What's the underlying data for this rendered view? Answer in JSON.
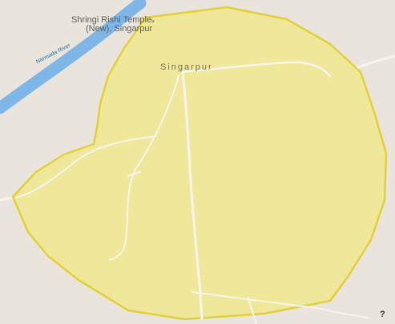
{
  "map": {
    "poi": {
      "name_line1": "Shringi Rishi Temple",
      "name_line2": "(New), Singarpur",
      "icon": "place-pin-icon"
    },
    "place_label": "Singarpur",
    "river_label": "Narmada River",
    "help_glyph": "?"
  },
  "colors": {
    "land": "#e9e5dc",
    "water": "#7fb6e8",
    "region_fill": "#efe79a",
    "region_stroke": "#e3cf3a",
    "road": "#f6f4ee"
  }
}
